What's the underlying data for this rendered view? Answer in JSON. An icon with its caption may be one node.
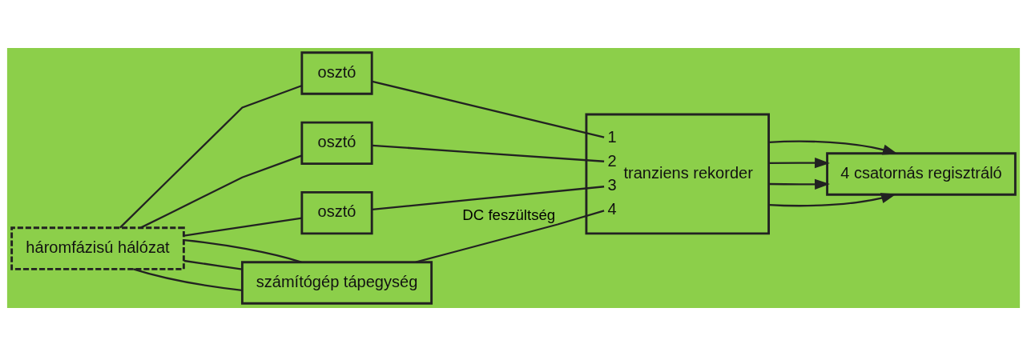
{
  "diagram": {
    "nodes": [
      {
        "text": [
          "háromfázisú hálózat"
        ]
      },
      {
        "text": [
          "osztó"
        ]
      },
      {
        "text": [
          "osztó"
        ]
      },
      {
        "text": [
          "osztó"
        ]
      },
      {
        "text": [
          "számítógép tápegység"
        ]
      },
      {
        "text": [
          "1",
          "2",
          "3",
          "4",
          "tranziens rekorder"
        ]
      },
      {
        "text": [
          "4 csatornás regisztráló"
        ]
      }
    ],
    "edges": [
      {
        "from": 0,
        "to": 4,
        "arrow": "none"
      },
      {
        "from": 0,
        "to": 4,
        "arrow": "none"
      },
      {
        "from": 0,
        "to": 4,
        "arrow": "none"
      },
      {
        "from": 0,
        "to": 1,
        "arrow": "none"
      },
      {
        "from": 0,
        "to": 2,
        "arrow": "none"
      },
      {
        "from": 0,
        "to": 3,
        "arrow": "none"
      },
      {
        "from": 1,
        "to": 5,
        "arrow": "none"
      },
      {
        "from": 2,
        "to": 5,
        "arrow": "none"
      },
      {
        "from": 3,
        "to": 5,
        "arrow": "none"
      },
      {
        "from": 4,
        "to": 5,
        "arrow": "none",
        "label": "DC feszültség"
      },
      {
        "from": 5,
        "to": 6,
        "arrow": "to"
      },
      {
        "from": 5,
        "to": 6,
        "arrow": "to"
      },
      {
        "from": 5,
        "to": 6,
        "arrow": "to"
      },
      {
        "from": 5,
        "to": 6,
        "arrow": "to"
      }
    ]
  }
}
